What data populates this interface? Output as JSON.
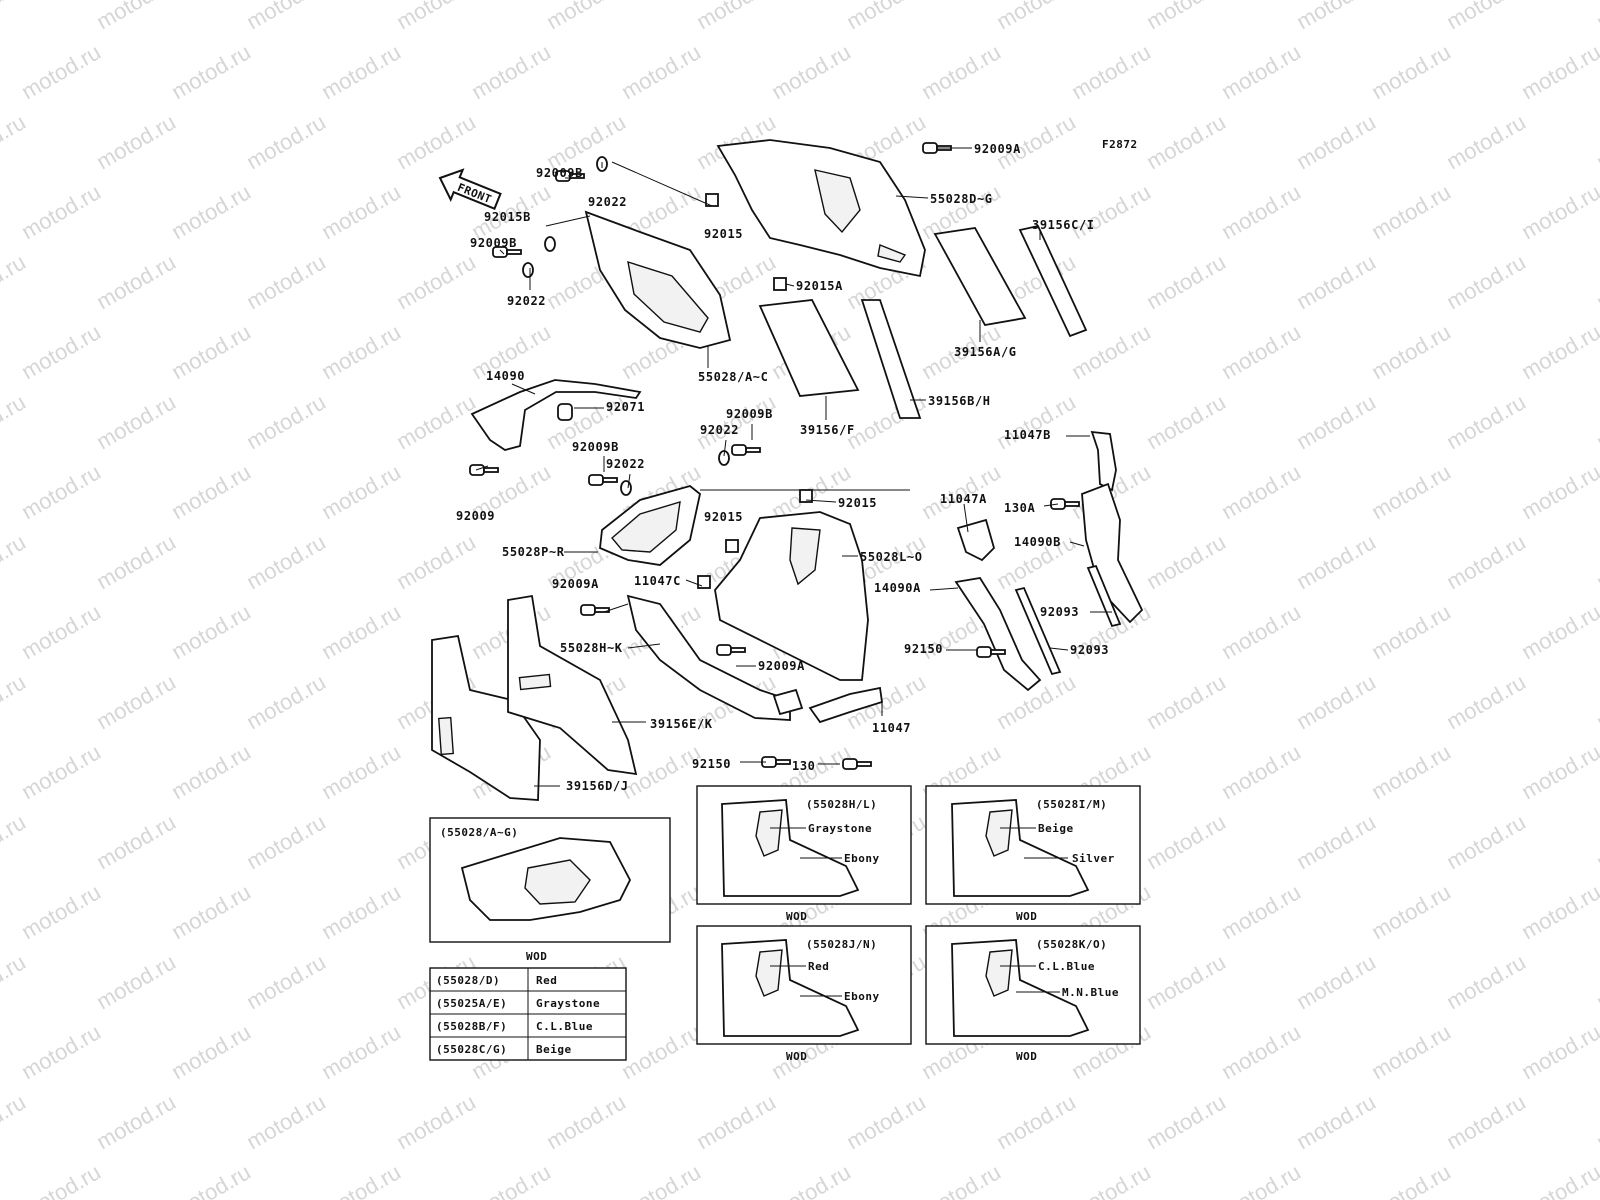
{
  "watermark": "motod.ru",
  "figure_code": "F2872",
  "front_arrow": "FRONT",
  "callouts": [
    {
      "id": "c1",
      "text": "92009B"
    },
    {
      "id": "c2",
      "text": "92022"
    },
    {
      "id": "c3",
      "text": "92015B"
    },
    {
      "id": "c4",
      "text": "92009B"
    },
    {
      "id": "c5",
      "text": "92022"
    },
    {
      "id": "c6",
      "text": "92015"
    },
    {
      "id": "c7",
      "text": "92009A"
    },
    {
      "id": "c8",
      "text": "55028D~G"
    },
    {
      "id": "c9",
      "text": "39156C/I"
    },
    {
      "id": "c10",
      "text": "92015A"
    },
    {
      "id": "c11",
      "text": "55028/A~C"
    },
    {
      "id": "c12",
      "text": "39156A/G"
    },
    {
      "id": "c13",
      "text": "14090"
    },
    {
      "id": "c14",
      "text": "92071"
    },
    {
      "id": "c15",
      "text": "39156B/H"
    },
    {
      "id": "c16",
      "text": "39156/F"
    },
    {
      "id": "c17",
      "text": "92009B"
    },
    {
      "id": "c18",
      "text": "92022"
    },
    {
      "id": "c19",
      "text": "92009B"
    },
    {
      "id": "c20",
      "text": "92022"
    },
    {
      "id": "c21",
      "text": "11047B"
    },
    {
      "id": "c22",
      "text": "92009"
    },
    {
      "id": "c23",
      "text": "92015"
    },
    {
      "id": "c24",
      "text": "92015"
    },
    {
      "id": "c25",
      "text": "11047A"
    },
    {
      "id": "c26",
      "text": "130A"
    },
    {
      "id": "c27",
      "text": "55028P~R"
    },
    {
      "id": "c28",
      "text": "55028L~O"
    },
    {
      "id": "c29",
      "text": "14090B"
    },
    {
      "id": "c30",
      "text": "92009A"
    },
    {
      "id": "c31",
      "text": "11047C"
    },
    {
      "id": "c32",
      "text": "14090A"
    },
    {
      "id": "c33",
      "text": "92093"
    },
    {
      "id": "c34",
      "text": "55028H~K"
    },
    {
      "id": "c35",
      "text": "92150"
    },
    {
      "id": "c36",
      "text": "92093"
    },
    {
      "id": "c37",
      "text": "92009A"
    },
    {
      "id": "c38",
      "text": "39156E/K"
    },
    {
      "id": "c39",
      "text": "11047"
    },
    {
      "id": "c40",
      "text": "92150"
    },
    {
      "id": "c41",
      "text": "130"
    },
    {
      "id": "c42",
      "text": "39156D/J"
    }
  ],
  "insets": [
    {
      "title": "(55028/A~G)",
      "labels": [],
      "caption": "WOD"
    },
    {
      "title": "(55028H/L)",
      "labels": [
        "Graystone",
        "Ebony"
      ],
      "caption": "WOD"
    },
    {
      "title": "(55028I/M)",
      "labels": [
        "Beige",
        "Silver"
      ],
      "caption": "WOD"
    },
    {
      "title": "(55028J/N)",
      "labels": [
        "Red",
        "Ebony"
      ],
      "caption": "WOD"
    },
    {
      "title": "(55028K/O)",
      "labels": [
        "C.L.Blue",
        "M.N.Blue"
      ],
      "caption": "WOD"
    }
  ],
  "color_table": [
    {
      "part": "(55028/D)",
      "color": "Red"
    },
    {
      "part": "(55025A/E)",
      "color": "Graystone"
    },
    {
      "part": "(55028B/F)",
      "color": "C.L.Blue"
    },
    {
      "part": "(55028C/G)",
      "color": "Beige"
    }
  ]
}
